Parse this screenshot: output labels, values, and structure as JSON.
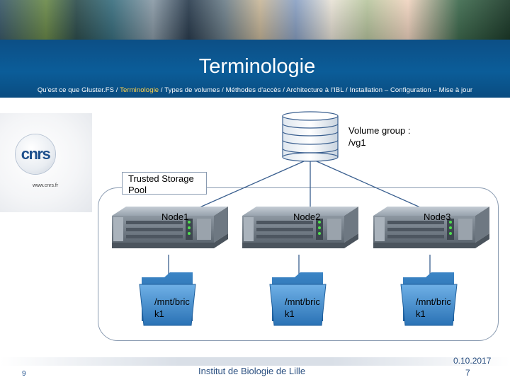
{
  "header": {
    "title": "Terminologie",
    "breadcrumb_before": "Qu'est ce que Gluster.FS / ",
    "breadcrumb_active": "Terminologie",
    "breadcrumb_after": " / Types de volumes / Méthodes d'accès / Architecture à l'IBL / Installation – Configuration – Mise à jour"
  },
  "logo": {
    "text": "cnrs",
    "url": "www.cnrs.fr"
  },
  "diagram": {
    "volume_group": {
      "line1": "Volume group :",
      "line2": "/vg1"
    },
    "pool": {
      "line1": "Trusted Storage",
      "line2": "Pool"
    },
    "nodes": [
      {
        "label": "Node1",
        "mount_line1": "/mnt/bric",
        "mount_line2": "k1"
      },
      {
        "label": "Node2",
        "mount_line1": "/mnt/bric",
        "mount_line2": "k1"
      },
      {
        "label": "Node3",
        "mount_line1": "/mnt/bric",
        "mount_line2": "k1"
      }
    ]
  },
  "footer": {
    "slide_number": "9",
    "institution": "Institut de Biologie de Lille",
    "right_number": "7",
    "right_clipped": "0.10.2017"
  },
  "colors": {
    "band": "#0b5d99",
    "breadcrumb_active": "#ffd24a",
    "folder": "#2f7fc1",
    "server": "#8f99a3"
  }
}
